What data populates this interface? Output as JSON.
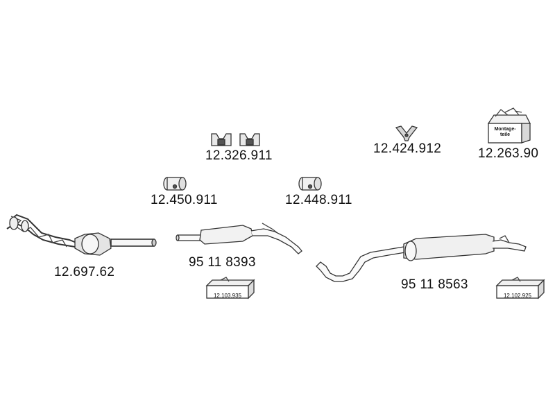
{
  "parts": {
    "clamp_pair": {
      "label": "12.326.911",
      "icon": "rubber-hanger-icon"
    },
    "bracket": {
      "label": "12.424.912",
      "icon": "v-bracket-icon"
    },
    "montage_kit": {
      "label": "12.263.90",
      "icon": "mounting-kit-box-icon",
      "box_text_1": "Montage-",
      "box_text_2": "teile"
    },
    "clamp_front": {
      "label": "12.450.911",
      "icon": "pipe-clamp-icon"
    },
    "clamp_rear": {
      "label": "12.448.911",
      "icon": "pipe-clamp-icon"
    },
    "catalytic_converter": {
      "label": "12.697.62",
      "icon": "catalytic-converter-icon"
    },
    "middle_silencer": {
      "label": "95 11 8393",
      "icon": "middle-silencer-icon"
    },
    "rear_silencer": {
      "label": "95 11 8563",
      "icon": "rear-silencer-icon"
    },
    "kit_front": {
      "label": "12.103.935",
      "icon": "kit-box-icon"
    },
    "kit_rear": {
      "label": "12.102.925",
      "icon": "kit-box-icon"
    }
  }
}
